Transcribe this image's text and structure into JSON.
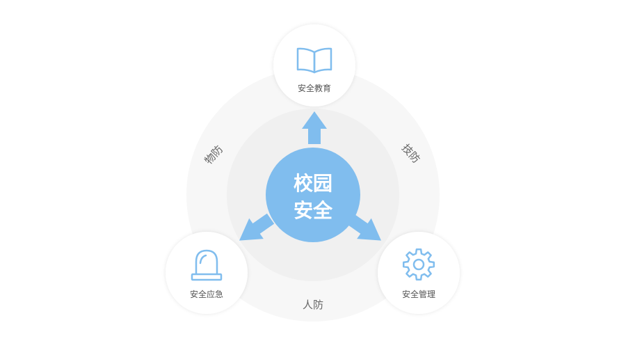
{
  "center": {
    "line1": "校园",
    "line2": "安全",
    "color": "#80bdee"
  },
  "nodes": {
    "education": {
      "label": "安全教育",
      "icon": "open-book-icon"
    },
    "emergency": {
      "label": "安全应急",
      "icon": "alarm-light-icon"
    },
    "management": {
      "label": "安全管理",
      "icon": "gear-icon"
    }
  },
  "ring_labels": {
    "physical": "物防",
    "technical": "技防",
    "human": "人防"
  },
  "colors": {
    "accent": "#80bdee",
    "ring_outer": "#f7f7f7",
    "ring_inner": "#f0f0f0",
    "node_fill": "#ffffff",
    "text": "#555555"
  }
}
